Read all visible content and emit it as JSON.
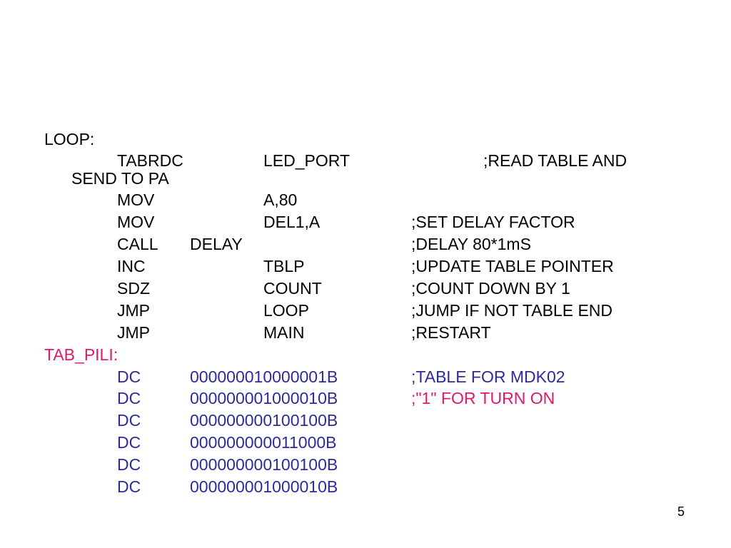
{
  "loop_label": "LOOP:",
  "line1": {
    "op": "TABRDC",
    "arg": "LED_PORT",
    "comment_part1": ";READ TABLE AND",
    "comment_part2": "SEND TO PA"
  },
  "lines": [
    {
      "op": "MOV",
      "arg": "A,80",
      "comment": ""
    },
    {
      "op": "MOV",
      "arg": "DEL1,A",
      "comment": ";SET DELAY FACTOR"
    },
    {
      "op": "CALL",
      "arg": "DELAY",
      "comment": ";DELAY 80*1mS"
    },
    {
      "op": "INC",
      "arg": "TBLP",
      "comment": ";UPDATE TABLE POINTER"
    },
    {
      "op": "SDZ",
      "arg": "COUNT",
      "comment": ";COUNT DOWN BY 1"
    },
    {
      "op": "JMP",
      "arg": "LOOP",
      "comment": ";JUMP IF NOT TABLE END"
    },
    {
      "op": "JMP",
      "arg": "MAIN",
      "comment": ";RESTART"
    }
  ],
  "table_label": "TAB_PILI:",
  "table": [
    {
      "op": "DC",
      "arg": "000000010000001B",
      "comment": ";TABLE FOR MDK02"
    },
    {
      "op": "DC",
      "arg": "000000001000010B",
      "comment": ";\"1\" FOR TURN ON"
    },
    {
      "op": "DC",
      "arg": "000000000100100B",
      "comment": ""
    },
    {
      "op": "DC",
      "arg": "000000000011000B",
      "comment": ""
    },
    {
      "op": "DC",
      "arg": "000000000100100B",
      "comment": ""
    },
    {
      "op": "DC",
      "arg": "000000001000010B",
      "comment": ""
    }
  ],
  "page_number": "5",
  "colors": {
    "label_red": "#e0186c",
    "table_blue": "#2b2b9e"
  }
}
